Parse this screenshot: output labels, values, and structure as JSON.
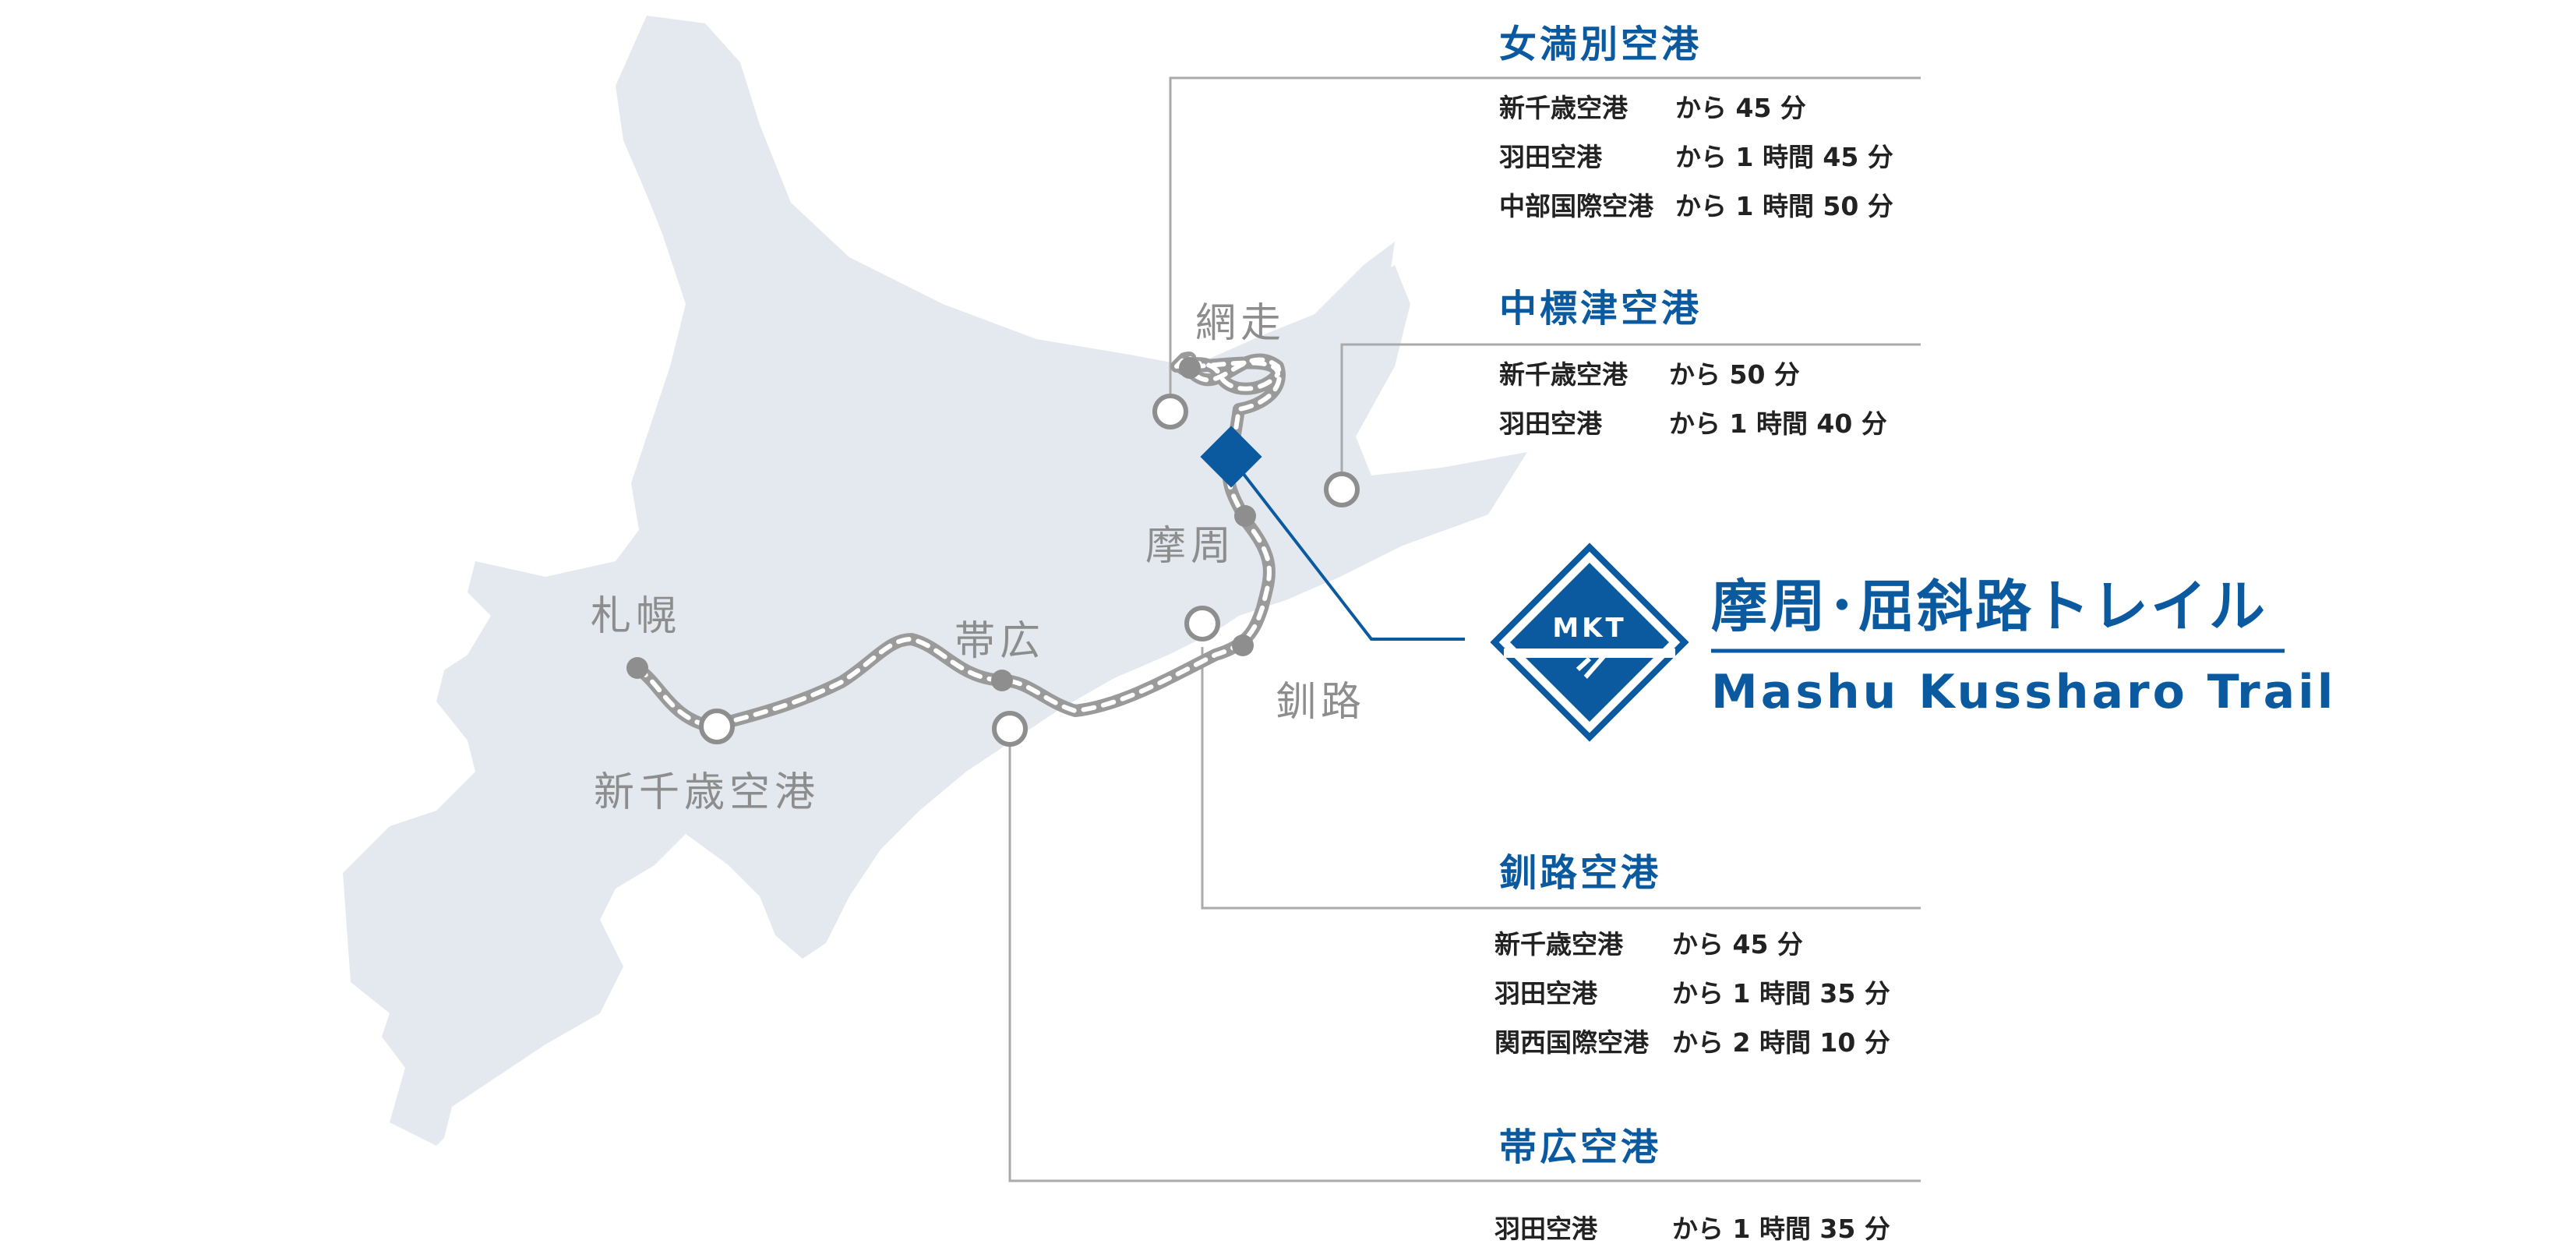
{
  "colors": {
    "land": "#e4e9f0",
    "accent": "#0b5aa0",
    "city_text": "#8d8d8d",
    "route_text": "#222222",
    "leader_line": "#aaaaaa",
    "rail": "#9a9a9a",
    "point": "#8e8e8e"
  },
  "cities": {
    "abashiri": "網走",
    "mashu": "摩周",
    "sapporo": "札幌",
    "obihiro": "帯広",
    "kushiro": "釧路",
    "new_chitose": "新千歳空港"
  },
  "airports": {
    "memanbetsu": {
      "title": "女満別空港",
      "routes": [
        {
          "from": "新千歳空港",
          "time": "から 45 分"
        },
        {
          "from": "羽田空港",
          "time": "から 1 時間 45 分"
        },
        {
          "from": "中部国際空港",
          "time": "から 1 時間 50 分"
        }
      ]
    },
    "nakashibetsu": {
      "title": "中標津空港",
      "routes": [
        {
          "from": "新千歳空港",
          "time": "から 50 分"
        },
        {
          "from": "羽田空港",
          "time": "から 1 時間 40 分"
        }
      ]
    },
    "kushiro": {
      "title": "釧路空港",
      "routes": [
        {
          "from": "新千歳空港",
          "time": "から 45 分"
        },
        {
          "from": "羽田空港",
          "time": "から 1 時間 35 分"
        },
        {
          "from": "関西国際空港",
          "time": "から 2 時間 10 分"
        }
      ]
    },
    "obihiro": {
      "title": "帯広空港",
      "routes": [
        {
          "from": "羽田空港",
          "time": "から 1 時間 35 分"
        }
      ]
    }
  },
  "brand": {
    "logo_text": "MKT",
    "name_jp": "摩周･屈斜路トレイル",
    "name_en": "Mashu Kussharo Trail"
  }
}
